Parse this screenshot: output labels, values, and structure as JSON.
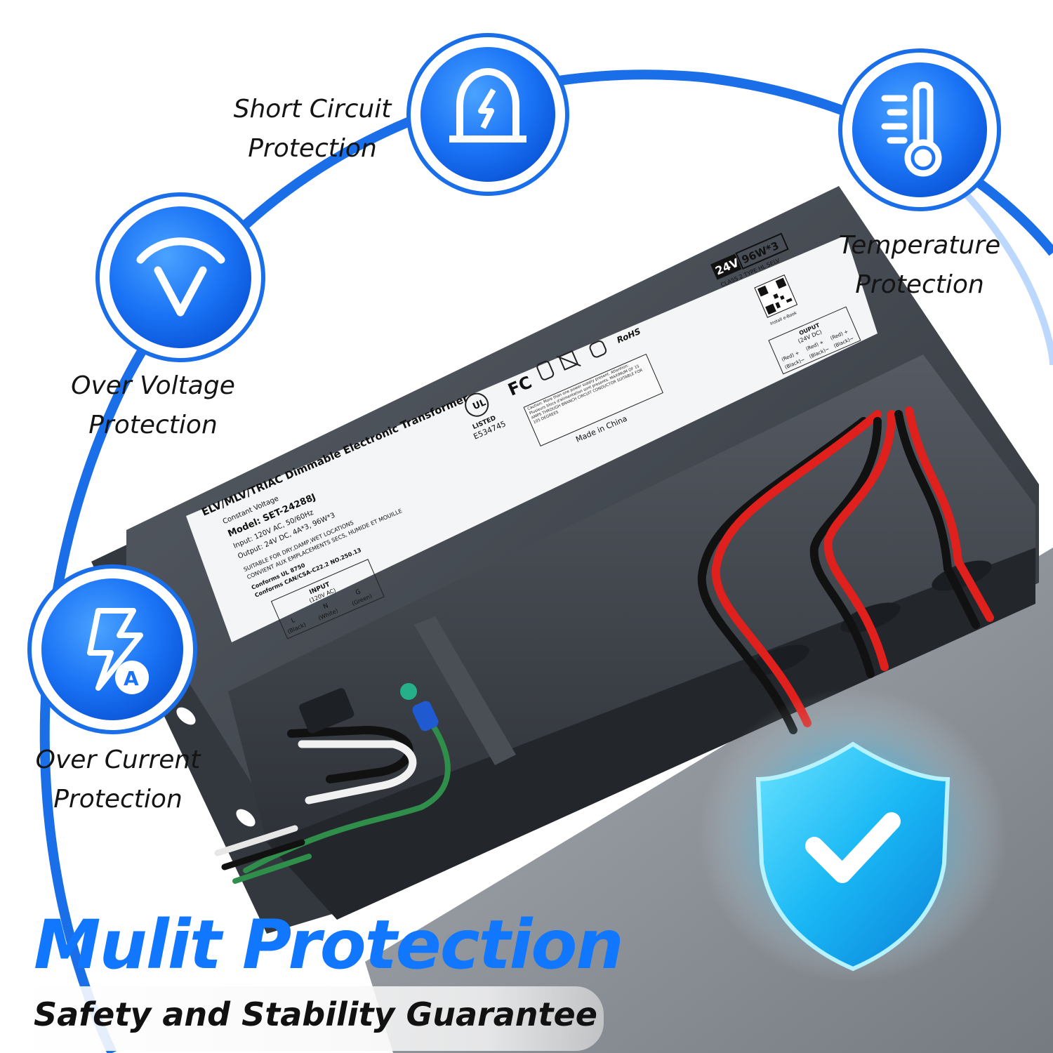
{
  "features": [
    {
      "id": "short-circuit",
      "line1": "Short Circuit",
      "line2": "Protection",
      "icon": "alarm-bolt-icon"
    },
    {
      "id": "temperature",
      "line1": "Temperature",
      "line2": "Protection",
      "icon": "thermometer-icon"
    },
    {
      "id": "over-voltage",
      "line1": "Over Voltage",
      "line2": "Protection",
      "icon": "voltage-v-icon"
    },
    {
      "id": "over-current",
      "line1": "Over Current",
      "line2": "Protection",
      "icon": "current-bolt-a-icon"
    }
  ],
  "hero": {
    "title": "Mulit Protection",
    "subtitle": "Safety and Stability Guarantee"
  },
  "shield": {
    "icon": "shield-check-icon"
  },
  "product": {
    "badge_voltage": "24V",
    "badge_power": "96W*3",
    "class_line": "CLASS 2 TYPE HL SELV",
    "install_text": "Install e-Book",
    "qr_icon": "qr-code-icon",
    "label_title": "ELV/MLV/TRIAC Dimmable Electronic Transformer",
    "constant": "Constant Voltage",
    "model": "Model: SET-24288J",
    "input": "Input: 120V AC, 50/60Hz",
    "output": "Output: 24V DC, 4A*3, 96W*3",
    "suitable": "SUITABLE FOR DRY,DAMP,WET LOCATIONS",
    "convient": "CONVIENT AUX EMPLACEMENTS SECS, HUMIDE ET MOUILLE",
    "conforms1": "Conforms UL 8750",
    "conforms2": "Conforms CAN/CSA-C22.2 NO.250.13",
    "input_box_title": "INPUT",
    "input_box_sub": "(120V AC)",
    "input_cols": [
      "L",
      "N",
      "G"
    ],
    "input_cols_sub": [
      "(Black)",
      "(White)",
      "(Green)"
    ],
    "output_box_title": "OUPUT",
    "output_box_sub": "(24V DC)",
    "output_pos": "(Red) +",
    "output_neg": "(Black)−",
    "ul_listed": "LISTED",
    "ul_number": "E534745",
    "fcc": "FC",
    "rohs": "RoHS",
    "made_in": "Made in China",
    "caution_text": "Caution: More than one power supply present. Attention: Plusieurs blocs d'alimentation sont presents. MAXIMUM OF 15 AMPS THROUGH BRANCH CIRCUIT CONDUCTOR SUITABLE FOR 105 DEGREES"
  },
  "colors": {
    "accent": "#1177ff",
    "ring": "#1a6ee8",
    "circle_fill": "#1a73f5",
    "housing": "#3d4249",
    "wire_red": "#e0201c",
    "wire_green": "#2f8f4a"
  }
}
